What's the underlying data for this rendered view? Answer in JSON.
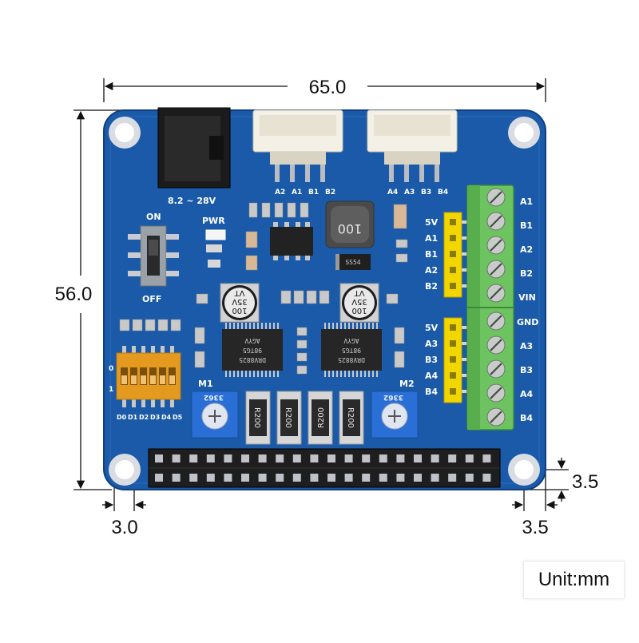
{
  "dimensions": {
    "width": "65.0",
    "height": "56.0",
    "left_offset": "3.0",
    "right_offset": "3.5",
    "bottom_offset": "3.5"
  },
  "unit_label": "Unit:mm",
  "board": {
    "power_input": "8.2 ~ 28V",
    "switch_on": "ON",
    "switch_off": "OFF",
    "pwr_led": "PWR",
    "connector_left_pins": [
      "A2",
      "A1",
      "B1",
      "B2"
    ],
    "connector_right_pins": [
      "A4",
      "A3",
      "B3",
      "B4"
    ],
    "header_upper_labels": [
      "5V",
      "A1",
      "B1",
      "A2",
      "B2"
    ],
    "header_lower_labels": [
      "5V",
      "A3",
      "B3",
      "A4",
      "B4"
    ],
    "terminal_labels": [
      "A1",
      "B1",
      "A2",
      "B2",
      "VIN",
      "GND",
      "A3",
      "B3",
      "A4",
      "B4"
    ],
    "motor1": "M1",
    "motor2": "M2",
    "dip_labels": [
      "D0",
      "D1",
      "D2",
      "D3",
      "D4",
      "D5"
    ],
    "dip_zero": "0",
    "dip_one": "1",
    "inductor": "100",
    "diode": "SS54",
    "capacitor_line1": "100",
    "capacitor_line2": "35V",
    "capacitor_line3": "VT",
    "resistor": "R200",
    "driver_chip_line1": "DRV8825",
    "driver_chip_line2": "98TG5",
    "driver_chip_line3": "AGYV",
    "pot_label": "3362"
  },
  "colors": {
    "pcb": "#1a5aa8",
    "terminal": "#6cc35f",
    "header": "#f2d600",
    "dip_switch": "#e49a1e"
  }
}
